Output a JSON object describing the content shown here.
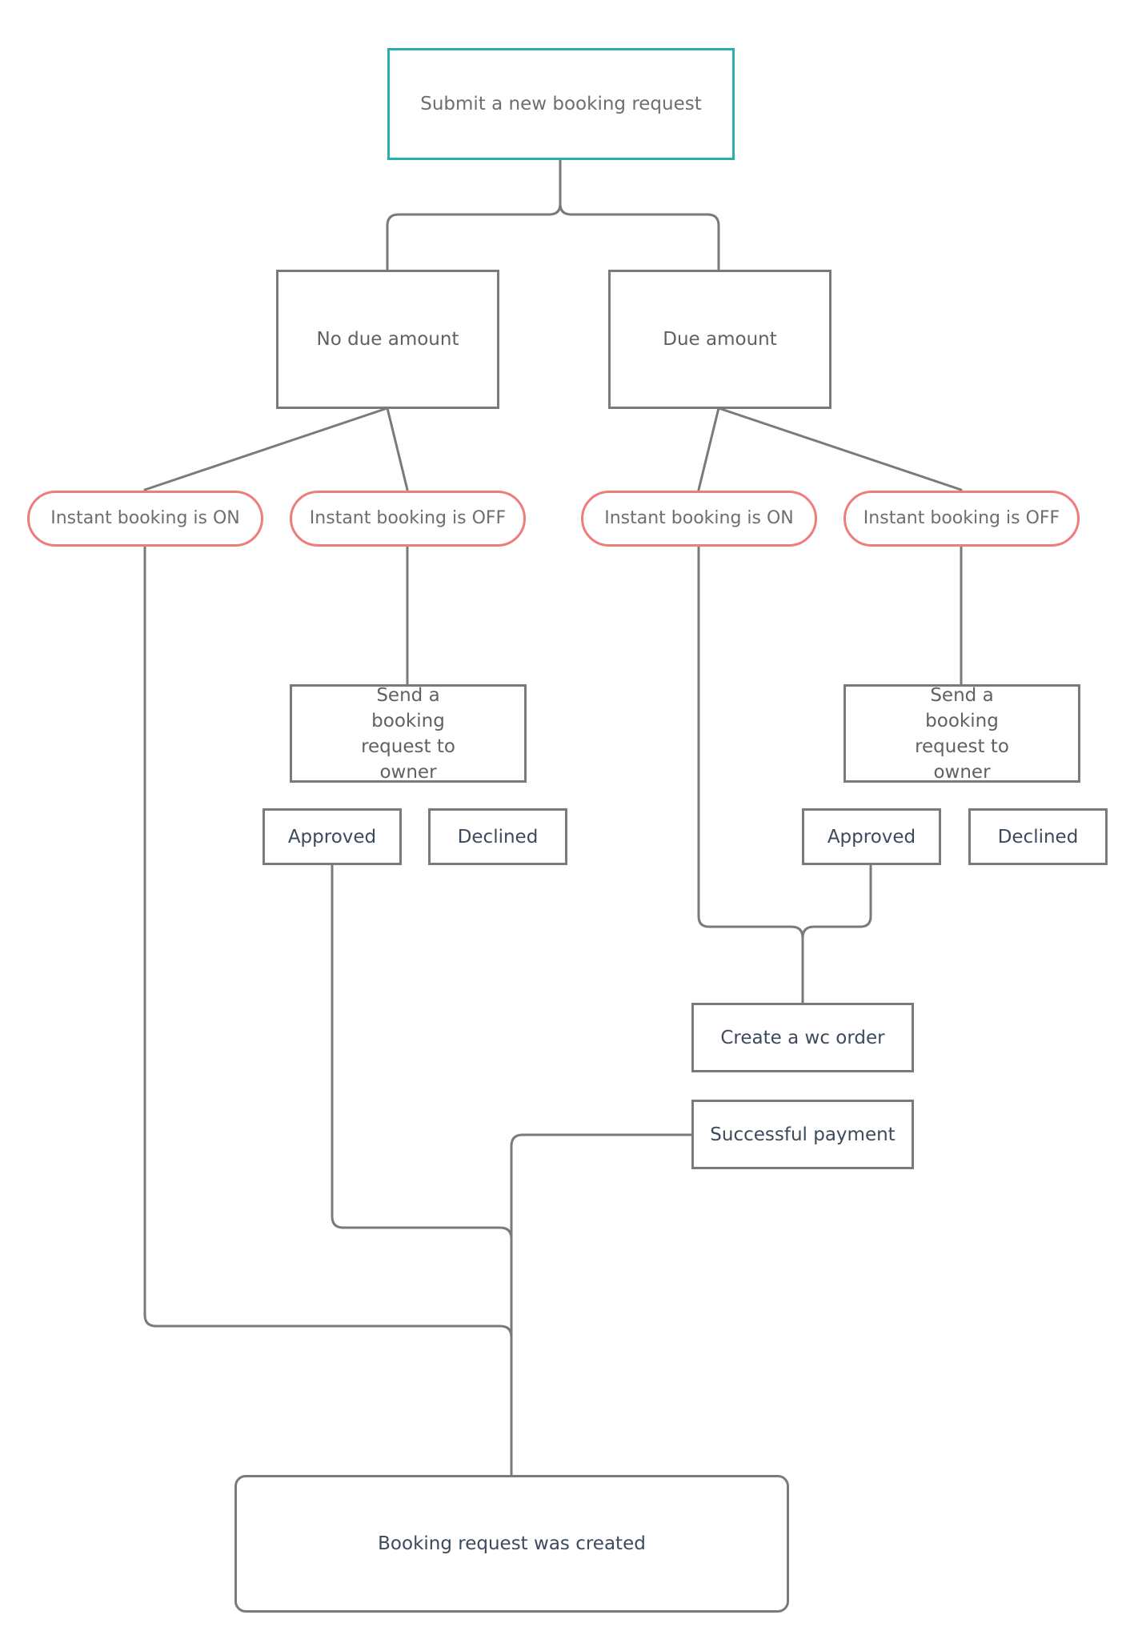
{
  "diagram": {
    "start": "Submit a new booking request",
    "no_due": "No due amount",
    "due": "Due amount",
    "instant_on_left": "Instant booking is ON",
    "instant_off_left": "Instant booking is OFF",
    "instant_on_right": "Instant booking is ON",
    "instant_off_right": "Instant booking is OFF",
    "send_request_left": "Send a booking request to owner",
    "send_request_right": "Send a booking request to owner",
    "approved_left": "Approved",
    "declined_left": "Declined",
    "approved_right": "Approved",
    "declined_right": "Declined",
    "create_order": "Create a wc order",
    "successful_payment": "Successful payment",
    "final": "Booking request was created"
  },
  "colors": {
    "start_border": "#2aaeac",
    "pill_border": "#ee7c79",
    "line": "#7a7a7a"
  }
}
